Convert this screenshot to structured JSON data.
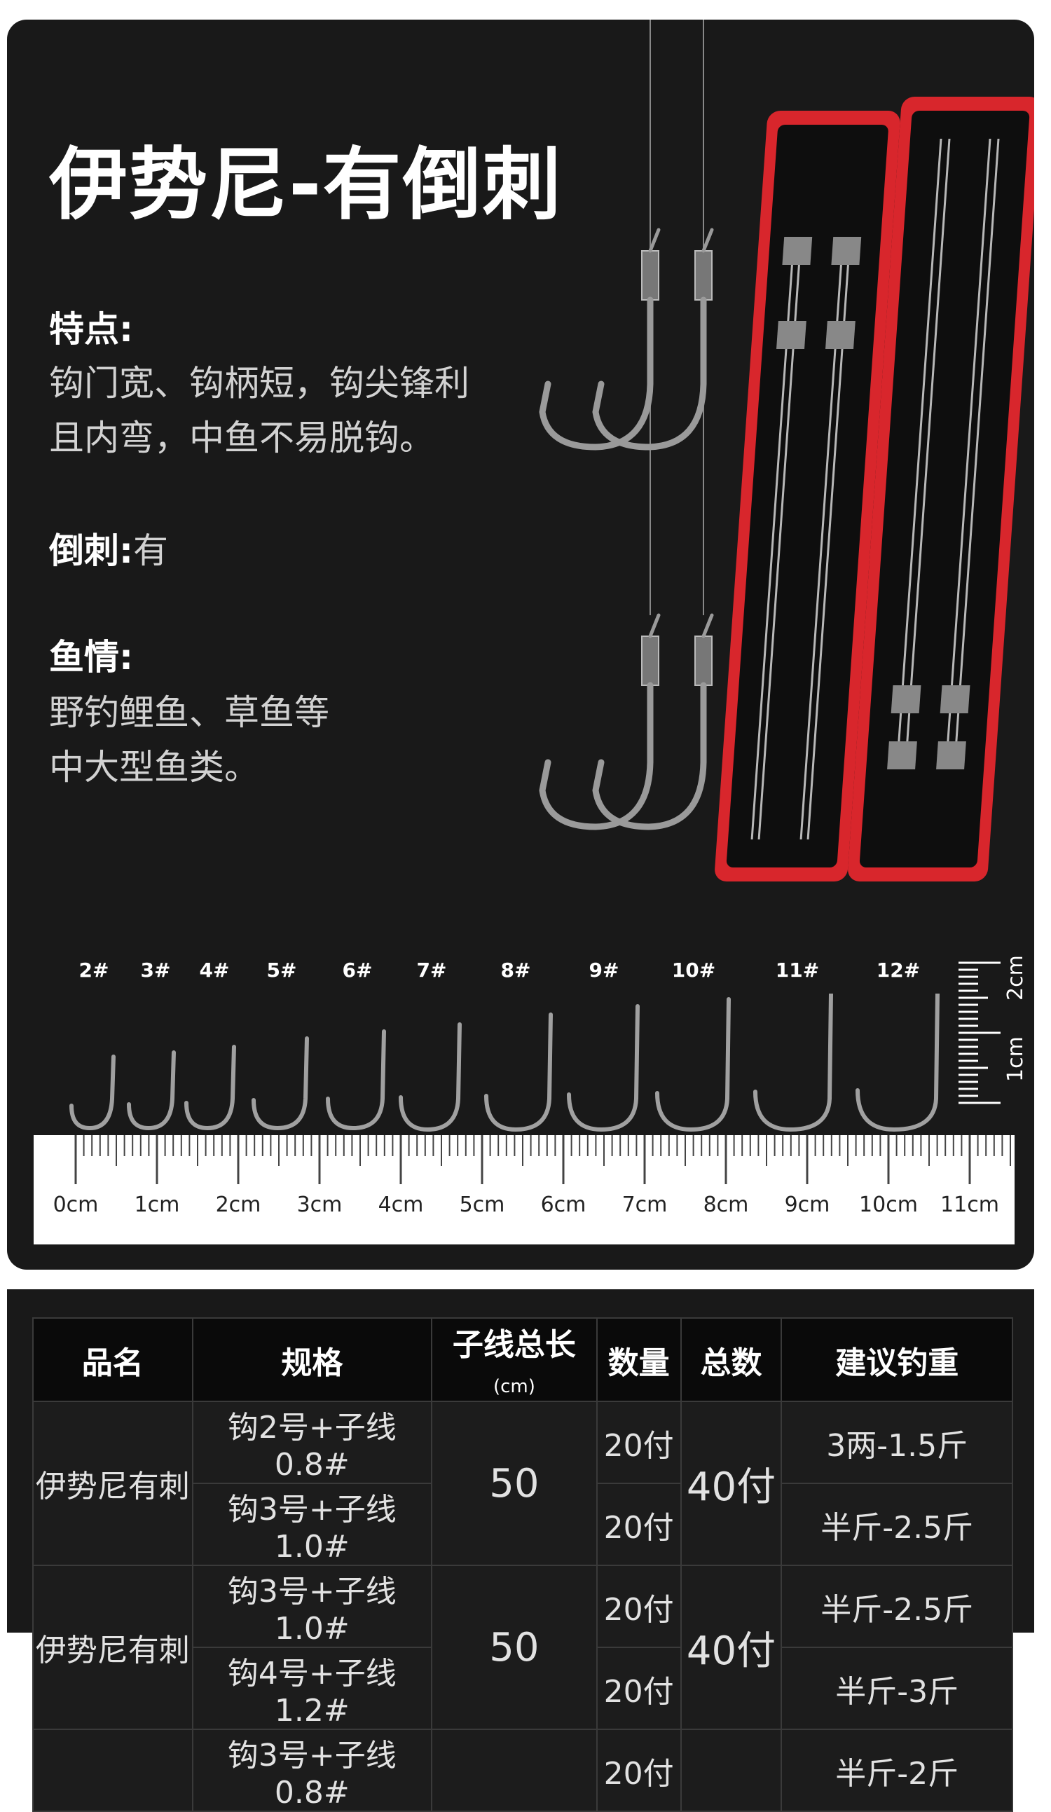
{
  "product": {
    "title": "伊势尼-有倒刺",
    "features_label": "特点:",
    "features_lines": [
      "钩门宽、钩柄短，钩尖锋利",
      "且内弯，中鱼不易脱钩。"
    ],
    "barb_label": "倒刺:",
    "barb_value": "有",
    "fish_label": "鱼情:",
    "fish_lines": [
      "野钓鲤鱼、草鱼等",
      "中大型鱼类。"
    ]
  },
  "size_chart": {
    "sizes": [
      "2#",
      "3#",
      "4#",
      "5#",
      "6#",
      "7#",
      "8#",
      "9#",
      "10#",
      "11#",
      "12#"
    ],
    "cm_labels": [
      "0cm",
      "1cm",
      "2cm",
      "3cm",
      "4cm",
      "5cm",
      "6cm",
      "7cm",
      "8cm",
      "9cm",
      "10cm",
      "11cm"
    ],
    "vertical_labels": [
      "2cm",
      "1cm"
    ]
  },
  "spec_table": {
    "headers": {
      "name": "品名",
      "spec": "规格",
      "length": "子线总长",
      "length_unit": "(cm)",
      "qty": "数量",
      "total": "总数",
      "weight": "建议钓重"
    },
    "groups": [
      {
        "name": "伊势尼有刺",
        "length": "50",
        "total": "40付",
        "rows": [
          {
            "spec": "钩2号+子线0.8#",
            "qty": "20付",
            "weight": "3两-1.5斤"
          },
          {
            "spec": "钩3号+子线1.0#",
            "qty": "20付",
            "weight": "半斤-2.5斤"
          }
        ]
      },
      {
        "name": "伊势尼有刺",
        "length": "50",
        "total": "40付",
        "rows": [
          {
            "spec": "钩3号+子线1.0#",
            "qty": "20付",
            "weight": "半斤-2.5斤"
          },
          {
            "spec": "钩4号+子线1.2#",
            "qty": "20付",
            "weight": "半斤-3斤"
          }
        ]
      },
      {
        "name": "",
        "length": "",
        "total": "",
        "rows": [
          {
            "spec": "钩3号+子线0.8#",
            "qty": "20付",
            "weight": "半斤-2斤"
          }
        ]
      }
    ]
  },
  "colors": {
    "panel": "#191919",
    "box_red": "#d8262c",
    "text_light": "#d2d2d2"
  }
}
